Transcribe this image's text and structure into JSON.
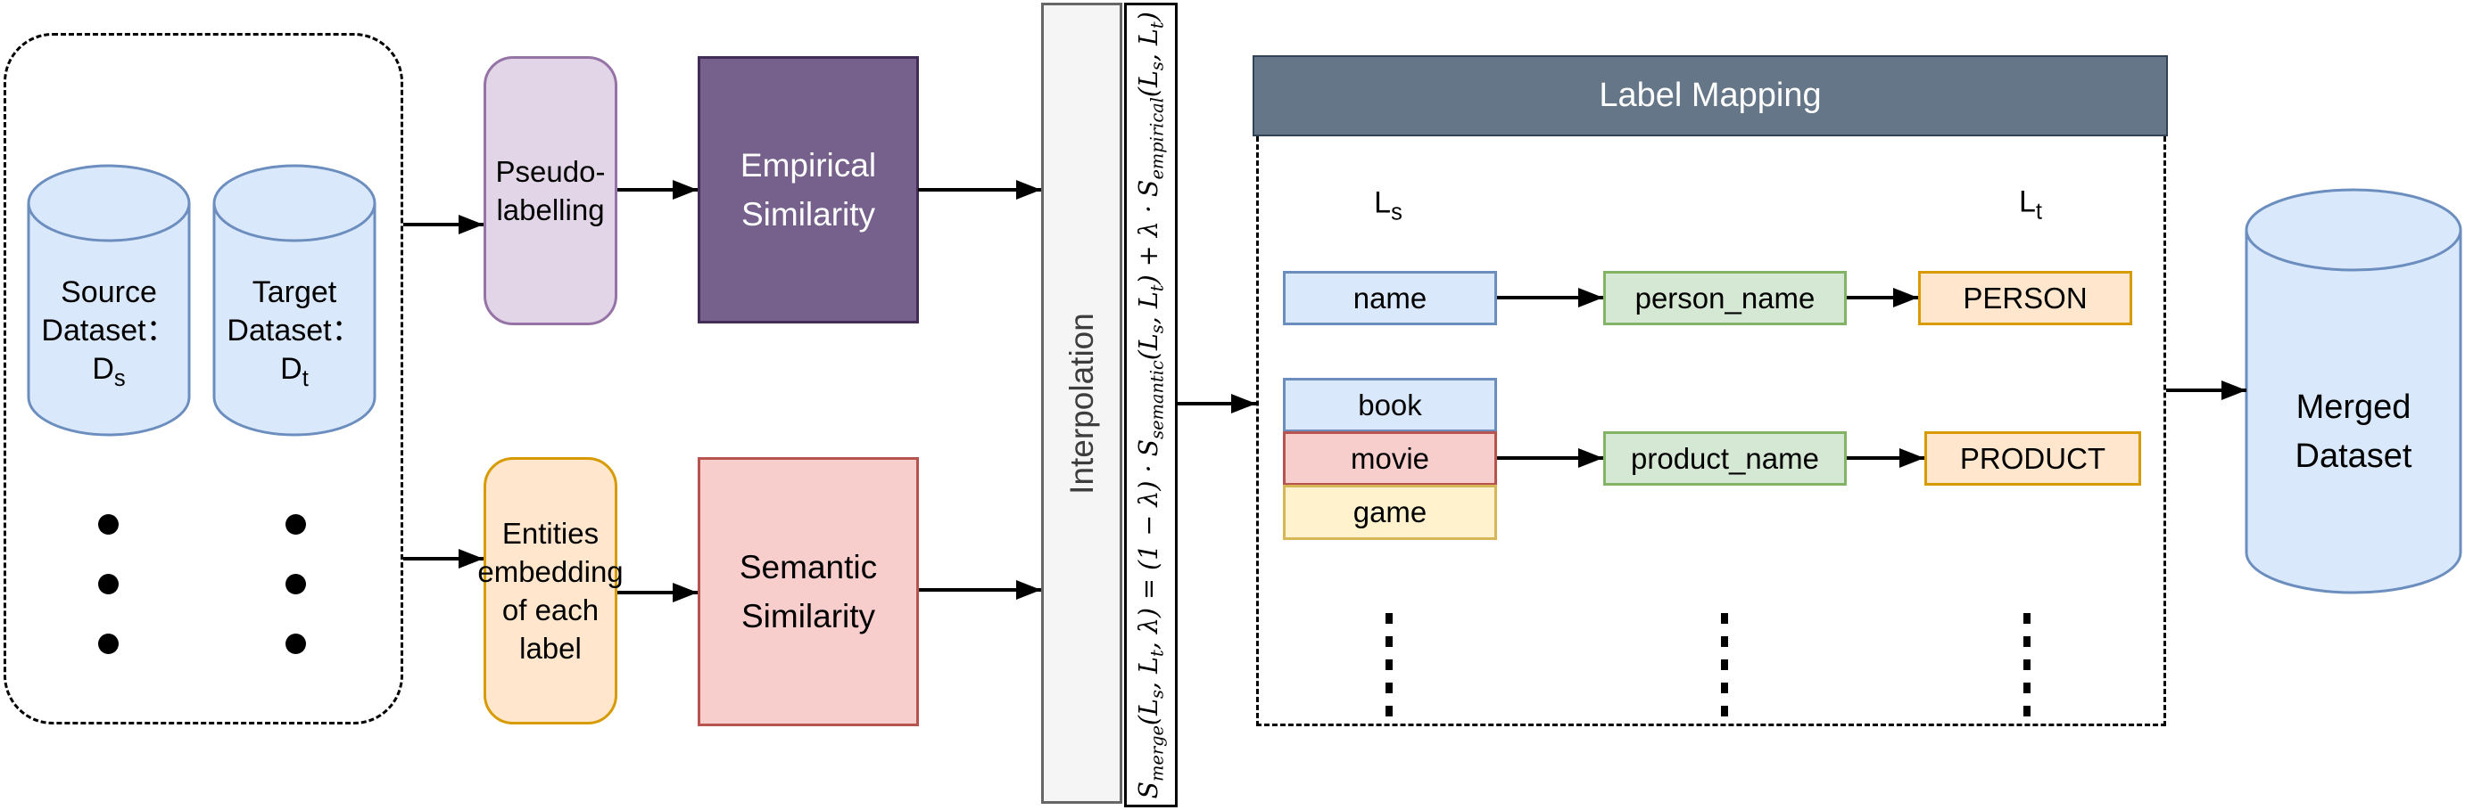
{
  "colors": {
    "blue_fill": "#dae8fc",
    "blue_stroke": "#6c8ebf",
    "purple_fill": "#e1d5e7",
    "purple_stroke": "#9673a6",
    "darkpurple_fill": "#75618c",
    "darkpurple_stroke": "#432d56",
    "pink_fill": "#f8cecc",
    "pink_stroke": "#b85450",
    "orange_fill": "#ffe6cc",
    "orange_stroke": "#d79b00",
    "yellow_fill": "#fff2cc",
    "yellow_stroke": "#d6b656",
    "green_fill": "#d5e8d4",
    "green_stroke": "#82b366",
    "header_fill": "#647687",
    "header_stroke": "#314354",
    "gray_fill": "#f5f5f5",
    "gray_stroke": "#666666"
  },
  "datasets_panel": {
    "source": {
      "lines": [
        "Source",
        "Dataset："
      ],
      "symbol": "D",
      "symbol_sub": "s"
    },
    "target": {
      "lines": [
        "Target",
        "Dataset："
      ],
      "symbol": "D",
      "symbol_sub": "t"
    }
  },
  "pipeline": {
    "pseudo": {
      "lines": [
        "Pseudo-",
        "labelling"
      ]
    },
    "empirical": {
      "lines": [
        "Empirical",
        "Similarity"
      ]
    },
    "entities": {
      "lines": [
        "Entities",
        "embedding",
        "of each",
        "label"
      ]
    },
    "semantic": {
      "lines": [
        "Semantic",
        "Similarity"
      ]
    },
    "interpolation": {
      "label": "Interpolation"
    },
    "formula": {
      "parts": [
        {
          "t": "S"
        },
        {
          "sub": "merge"
        },
        {
          "t": "(L"
        },
        {
          "sub": "s"
        },
        {
          "t": ", L"
        },
        {
          "sub": "t"
        },
        {
          "t": ", λ) = (1 − λ) · S"
        },
        {
          "sub": "semantic"
        },
        {
          "t": "(L"
        },
        {
          "sub": "s"
        },
        {
          "t": ", L"
        },
        {
          "sub": "t"
        },
        {
          "t": ") + λ · S"
        },
        {
          "sub": "empirical"
        },
        {
          "t": "(L"
        },
        {
          "sub": "s"
        },
        {
          "t": ", L"
        },
        {
          "sub": "t"
        },
        {
          "t": ")"
        }
      ]
    }
  },
  "label_mapping": {
    "title": "Label Mapping",
    "source_column": {
      "symbol": "L",
      "symbol_sub": "s"
    },
    "target_column": {
      "symbol": "L",
      "symbol_sub": "t"
    },
    "rows": [
      {
        "source_labels": [
          "name"
        ],
        "mapped_label": "person_name",
        "target_label": "PERSON"
      },
      {
        "source_labels": [
          "book",
          "movie",
          "game"
        ],
        "mapped_label": "product_name",
        "target_label": "PRODUCT"
      }
    ]
  },
  "merged_dataset": {
    "lines": [
      "Merged",
      "Dataset"
    ]
  }
}
